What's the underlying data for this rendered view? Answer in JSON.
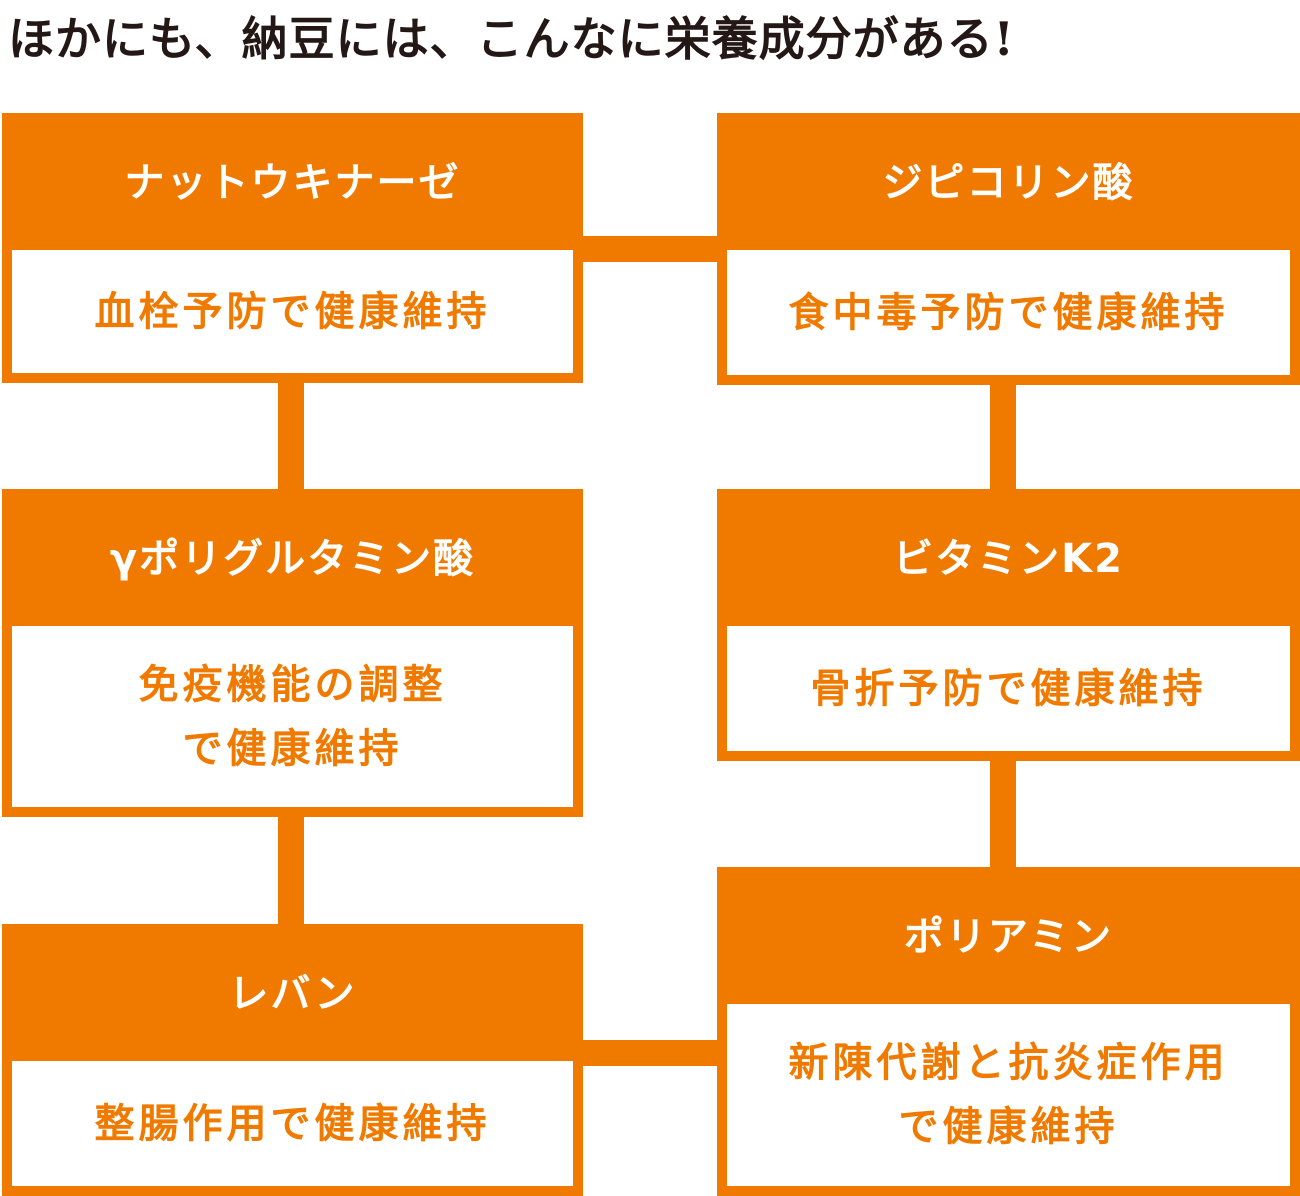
{
  "title": "ほかにも、納豆には、こんなに栄養成分がある!",
  "colors": {
    "accent": "#f07a00",
    "text": "#231815",
    "background": "#ffffff"
  },
  "nutrients": [
    {
      "name": "ナットウキナーゼ",
      "effect": [
        "血栓予防で健康維持"
      ]
    },
    {
      "name": "ジピコリン酸",
      "effect": [
        "食中毒予防で健康維持"
      ]
    },
    {
      "name": "γポリグルタミン酸",
      "effect": [
        "免疫機能の調整",
        "で健康維持"
      ]
    },
    {
      "name": "ビタミンK2",
      "effect": [
        "骨折予防で健康維持"
      ]
    },
    {
      "name": "レバン",
      "effect": [
        "整腸作用で健康維持"
      ]
    },
    {
      "name": "ポリアミン",
      "effect": [
        "新陳代謝と抗炎症作用",
        "で健康維持"
      ]
    }
  ]
}
